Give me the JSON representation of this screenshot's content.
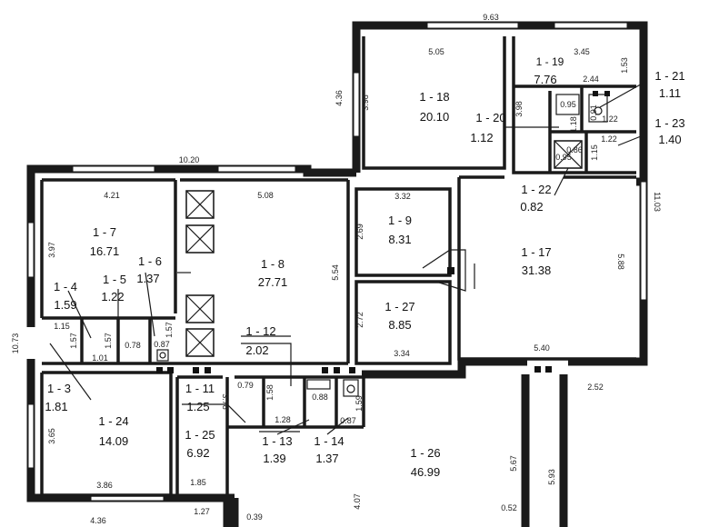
{
  "rooms": [
    {
      "id": "1 - 3",
      "area": "1.81"
    },
    {
      "id": "1 - 4",
      "area": "1.59"
    },
    {
      "id": "1 - 5",
      "area": "1.22"
    },
    {
      "id": "1 - 6",
      "area": "1.37"
    },
    {
      "id": "1 - 7",
      "area": "16.71"
    },
    {
      "id": "1 - 8",
      "area": "27.71"
    },
    {
      "id": "1 - 9",
      "area": "8.31"
    },
    {
      "id": "1 - 11",
      "area": "1.25"
    },
    {
      "id": "1 - 12",
      "area": "2.02"
    },
    {
      "id": "1 - 13",
      "area": "1.39"
    },
    {
      "id": "1 - 14",
      "area": "1.37"
    },
    {
      "id": "1 - 17",
      "area": "31.38"
    },
    {
      "id": "1 - 18",
      "area": "20.10"
    },
    {
      "id": "1 - 19",
      "area": "7.76"
    },
    {
      "id": "1 - 20",
      "area": "1.12"
    },
    {
      "id": "1 - 21",
      "area": "1.11"
    },
    {
      "id": "1 - 22",
      "area": "0.82"
    },
    {
      "id": "1 - 23",
      "area": "1.40"
    },
    {
      "id": "1 - 24",
      "area": "14.09"
    },
    {
      "id": "1 - 25",
      "area": "6.92"
    },
    {
      "id": "1 - 26",
      "area": "46.99"
    },
    {
      "id": "1 - 27",
      "area": "8.85"
    }
  ],
  "dimensions": [
    "9.63",
    "5.05",
    "3.45",
    "1.53",
    "2.44",
    "4.36",
    "3.98",
    "3.98",
    "0.95",
    "0.91",
    "1.22",
    "1.18",
    "0.86",
    "0.95",
    "1.22",
    "1.15",
    "10.20",
    "4.21",
    "5.08",
    "3.32",
    "2.69",
    "3.97",
    "5.54",
    "11.03",
    "5.88",
    "2.72",
    "3.34",
    "5.40",
    "10.73",
    "1.15",
    "1.57",
    "1.01",
    "1.57",
    "0.78",
    "0.87",
    "1.57",
    "0.79",
    "1.58",
    "1.28",
    "0.88",
    "1.59",
    "0.87",
    "2.52",
    "3.78",
    "3.65",
    "3.86",
    "1.85",
    "1.27",
    "0.39",
    "4.36",
    "4.07",
    "0.52",
    "5.67",
    "5.93"
  ]
}
